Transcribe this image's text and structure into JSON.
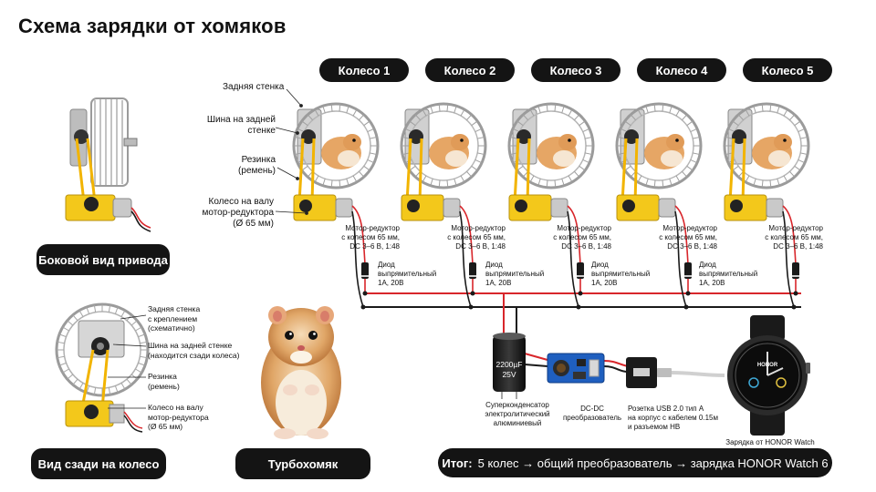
{
  "title": "Схема зарядки от хомяков",
  "wheels": [
    {
      "label": "Колесо 1",
      "motor": "Мотор-редуктор\nс колесом 65 мм,\nDC 3–6 В, 1:48",
      "diode": "Диод\nвыпрямительный\n1А, 20В"
    },
    {
      "label": "Колесо 2",
      "motor": "Мотор-редуктор\nс колесом 65 мм,\nDC 3–6 В, 1:48",
      "diode": "Диод\nвыпрямительный\n1А, 20В"
    },
    {
      "label": "Колесо 3",
      "motor": "Мотор-редуктор\nс колесом 65 мм,\nDC 3–6 В, 1:48",
      "diode": "Диод\nвыпрямительный\n1А, 20В"
    },
    {
      "label": "Колесо 4",
      "motor": "Мотор-редуктор\nс колесом 65 мм,\nDC 3–6 В, 1:48",
      "diode": "Диод\nвыпрямительный\n1А, 20В"
    },
    {
      "label": "Колесо 5",
      "motor": "Мотор-редуктор\nс колесом 65 мм,\nDC 3–6 В, 1:48",
      "diode": ""
    }
  ],
  "callouts_top": {
    "back_wall": "Задняя стенка",
    "tire": "Шина на задней\nстенке",
    "belt": "Резинка\n(ремень)",
    "shaft_wheel": "Колесо на валу\nмотор-редуктора\n(Ø 65 мм)"
  },
  "side_view_label": "Боковой вид привода",
  "rear_view_label": "Вид сзади на колесо",
  "callouts_rear": {
    "wall": "Задняя стенка\nс креплением\n(схематично)",
    "tire": "Шина на задней стенке\n(находится сзади колеса)",
    "belt": "Резинка\n(ремень)",
    "shaft_wheel": "Колесо на валу\nмотор-редуктора\n(Ø 65 мм)"
  },
  "hamster_label": "Турбохомяк",
  "capacitor": {
    "value": "2200µF",
    "voltage": "25V",
    "caption": "Суперконденсатор\nэлектролитический\nалюминиевый"
  },
  "converter_caption": "DC-DC\nпреобразователь",
  "usb_caption": "Розетка USB 2.0 тип А\nна корпус с кабелем 0.15м\nи разъемом НВ",
  "watch": {
    "brand": "HONOR",
    "caption": "Зарядка от HONOR Watch 6"
  },
  "summary": {
    "bold": "Итог:",
    "text": "5 колес → общий преобразователь → зарядка HONOR Watch 6"
  },
  "colors": {
    "wire_red": "#d8262b",
    "wire_black": "#1a1a1a",
    "belt": "#f2b400",
    "motor": "#f3c81b",
    "pill": "#141414"
  }
}
